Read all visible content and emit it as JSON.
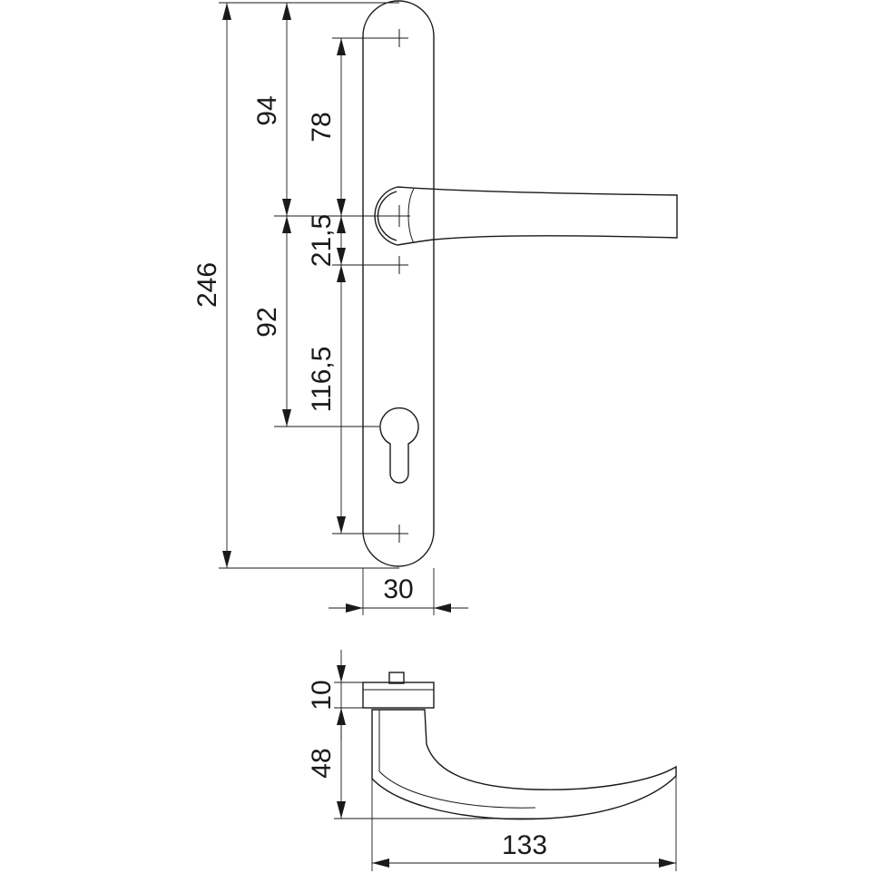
{
  "dimensions": {
    "total_height": "246",
    "upper_to_spindle": "94",
    "top_screw_to_spindle": "78",
    "spindle_to_screw": "21,5",
    "spindle_to_keyhole": "92",
    "screw_to_bottom_screw": "116,5",
    "plate_width": "30",
    "rose_height": "10",
    "lever_height": "48",
    "lever_length": "133"
  },
  "colors": {
    "line": "#1a1a1a",
    "background": "#ffffff"
  }
}
